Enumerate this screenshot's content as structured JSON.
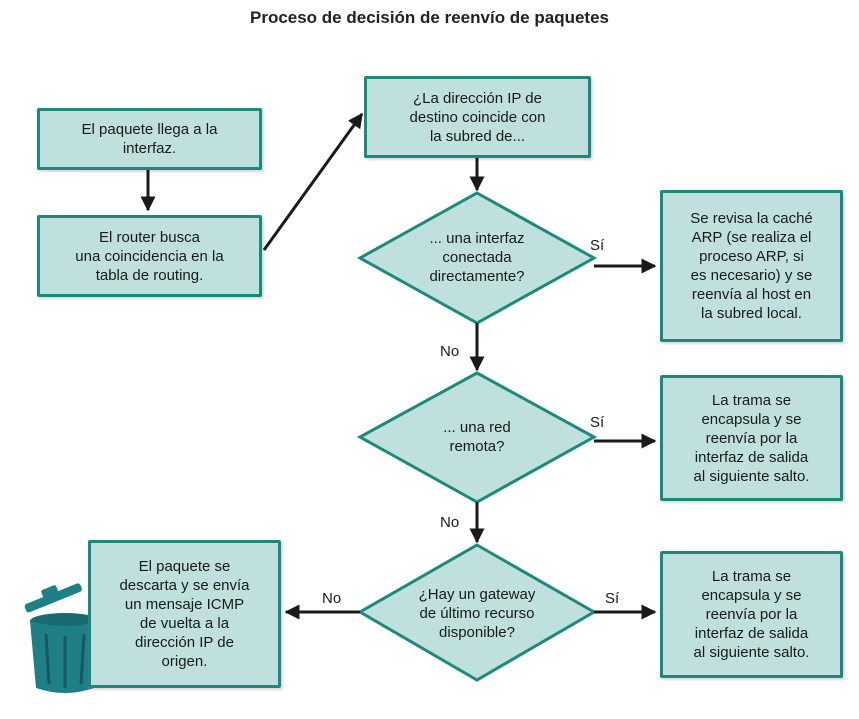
{
  "title": "Proceso de decisión de reenvío de paquetes",
  "nodes": {
    "arrive": "El paquete llega a la\ninterfaz.",
    "lookup": "El router busca\nuna coincidencia en la\ntabla de routing.",
    "question": "¿La dirección IP de\ndestino coincide con\nla subred de...",
    "d1": "... una interfaz\nconectada\ndirectamente?",
    "d1_yes": "Se revisa la caché\nARP (se realiza el\nproceso ARP, si\nes necesario) y se\nreenvía al host en\nla subred local.",
    "d2": "... una red\nremota?",
    "d2_yes": "La trama se\nencapsula y se\nreenvía por la\ninterfaz de salida\nal siguiente salto.",
    "d3": "¿Hay un gateway\nde último recurso\ndisponible?",
    "d3_yes": "La trama se\nencapsula y se\nreenvía por la\ninterfaz de salida\nal siguiente salto.",
    "d3_no": "El paquete se\ndescarta y se envía\nun mensaje ICMP\nde vuelta a la\ndirección IP de\norigen."
  },
  "labels": {
    "yes": "Sí",
    "no": "No"
  },
  "icons": {
    "discard": "trash-can-icon"
  },
  "colors": {
    "box_fill": "#bfe0dc",
    "box_border": "#1b8a7e",
    "arrow": "#1a1a1a",
    "trash": "#1f7f86"
  }
}
